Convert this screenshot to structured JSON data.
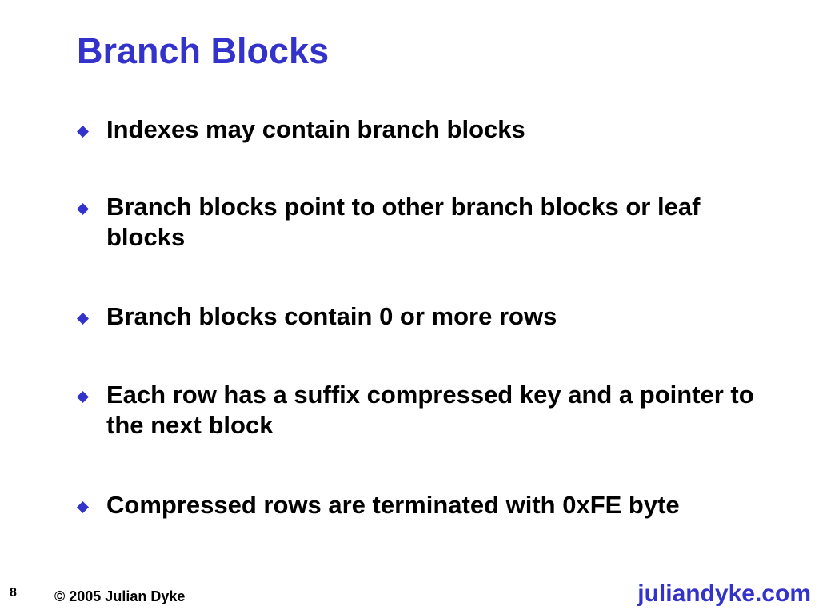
{
  "slide": {
    "title": "Branch Blocks",
    "bullets": [
      {
        "text": "Indexes may contain branch blocks"
      },
      {
        "text": "Branch blocks point to other branch blocks or leaf blocks"
      },
      {
        "text": "Branch blocks contain 0 or more rows"
      },
      {
        "text": "Each row has a suffix compressed key and a pointer to the next block"
      },
      {
        "text": "Compressed rows are terminated with 0xFE byte"
      }
    ]
  },
  "footer": {
    "page_number": "8",
    "copyright": "© 2005 Julian Dyke",
    "site": "juliandyke.com"
  },
  "colors": {
    "accent": "#3333cc",
    "text": "#000000",
    "background": "#ffffff"
  },
  "icons": {
    "bullet": "diamond-icon"
  }
}
